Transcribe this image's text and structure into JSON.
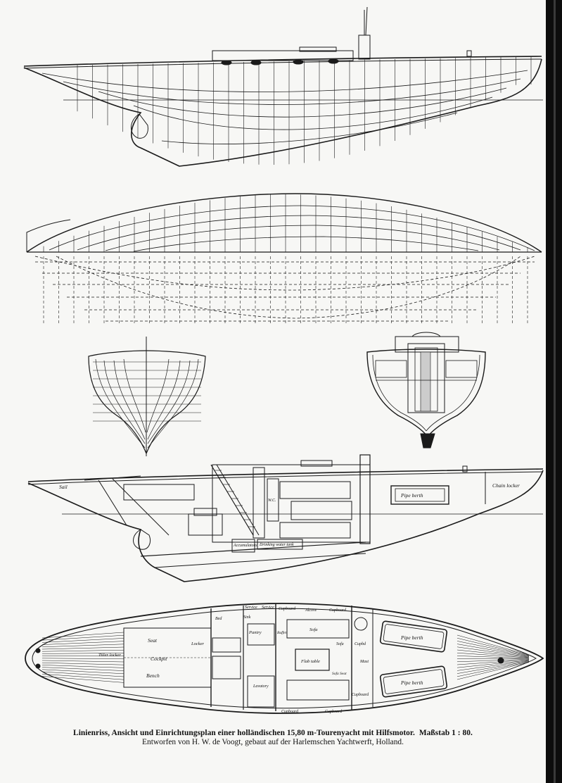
{
  "caption": {
    "line1": "Linienriss, Ansicht und Einrichtungsplan einer holländischen 15,80 m-Tourenyacht mit Hilfsmotor.",
    "scale": "Maßstab 1 : 80.",
    "line2": "Entworfen von H. W. de Voogt, gebaut auf der Harlemschen Yachtwerft, Holland."
  },
  "profile_labels": {
    "forward": "Sail",
    "aft": "Chain locker",
    "pipe_berth": "Pipe berth",
    "accumulators": "Accumulators",
    "drinking_water": "Drinking water tank",
    "wc": "W.C."
  },
  "plan_labels": {
    "tiller": "Tiller locker",
    "cockpit": "Cockpit",
    "seat_top": "Seat",
    "seat_bottom": "Bench",
    "locker": "Locker",
    "pantry": "Pantry",
    "sink": "Sink",
    "bed": "Bed",
    "service": "Service",
    "service2": "Service",
    "cupboard1": "Cupboard",
    "alcove": "Alcove",
    "cupboard2": "Cupboard",
    "sofa_top": "Sofa",
    "sofa_mid": "Sofa",
    "flab_table": "Flab table",
    "sofa_seat": "Sofa Seat",
    "buffet": "Buffet",
    "lavatory": "Lavatory",
    "cupboard3": "Cupboard",
    "cupboard4": "Cupboard",
    "cupboard5": "Cupboard",
    "pipe_berth_top": "Pipe berth",
    "pipe_berth_bottom": "Pipe berth",
    "mast": "Mast",
    "cupboard6": "Cupbd"
  }
}
